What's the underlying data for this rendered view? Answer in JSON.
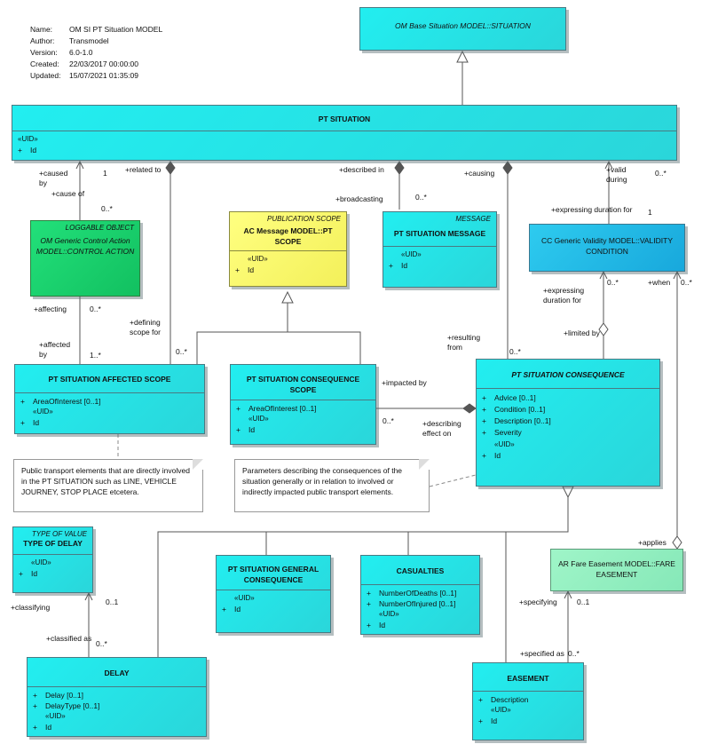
{
  "meta": {
    "name_key": "Name:",
    "name": "OM SI PT Situation MODEL",
    "author_key": "Author:",
    "author": "Transmodel",
    "version_key": "Version:",
    "version": "6.0-1.0",
    "created_key": "Created:",
    "created": "22/03/2017 00:00:00",
    "updated_key": "Updated:",
    "updated": "15/07/2021 01:35:09"
  },
  "classes": {
    "base_situation": {
      "title": "OM Base Situation MODEL::SITUATION"
    },
    "pt_situation": {
      "title": "PT SITUATION",
      "uid": "«UID»",
      "attr": "Id",
      "plus": "+"
    },
    "loggable": {
      "stereo": "LOGGABLE OBJECT",
      "title": "OM Generic Control Action MODEL::CONTROL ACTION"
    },
    "publication_scope": {
      "stereo": "PUBLICATION SCOPE",
      "title": "AC Message MODEL::PT SCOPE",
      "uid": "«UID»",
      "attr": "Id",
      "plus": "+"
    },
    "message": {
      "stereo": "MESSAGE",
      "title": "PT SITUATION MESSAGE",
      "uid": "«UID»",
      "attr": "Id",
      "plus": "+"
    },
    "validity": {
      "title": "CC Generic Validity MODEL::VALIDITY CONDITION"
    },
    "affected_scope": {
      "title": "PT SITUATION AFFECTED SCOPE",
      "a1": "AreaOfInterest [0..1]",
      "uid": "«UID»",
      "attr": "Id",
      "plus": "+"
    },
    "consequence_scope": {
      "title": "PT SITUATION CONSEQUENCE SCOPE",
      "a1": "AreaOfInterest [0..1]",
      "uid": "«UID»",
      "attr": "Id",
      "plus": "+"
    },
    "consequence": {
      "title": "PT SITUATION CONSEQUENCE",
      "a1": "Advice [0..1]",
      "a2": "Condition [0..1]",
      "a3": "Description [0..1]",
      "a4": "Severity",
      "uid": "«UID»",
      "attr": "Id",
      "plus": "+"
    },
    "type_of_delay": {
      "stereo": "TYPE OF VALUE",
      "title": "TYPE OF DELAY",
      "uid": "«UID»",
      "attr": "Id",
      "plus": "+"
    },
    "general_consequence": {
      "title": "PT SITUATION GENERAL CONSEQUENCE",
      "uid": "«UID»",
      "attr": "Id",
      "plus": "+"
    },
    "casualties": {
      "title": "CASUALTIES",
      "a1": "NumberOfDeaths [0..1]",
      "a2": "NumberOfInjured [0..1]",
      "uid": "«UID»",
      "attr": "Id",
      "plus": "+"
    },
    "fare_easement": {
      "title": "AR Fare Easement MODEL::FARE EASEMENT"
    },
    "delay": {
      "title": "DELAY",
      "a1": "Delay [0..1]",
      "a2": "DelayType [0..1]",
      "uid": "«UID»",
      "attr": "Id",
      "plus": "+"
    },
    "easement": {
      "title": "EASEMENT",
      "a1": "Description",
      "uid": "«UID»",
      "attr": "Id",
      "plus": "+"
    }
  },
  "notes": {
    "affected": "Public transport elements that are directly involved in the PT SITUATION such as LINE, VEHICLE JOURNEY, STOP PLACE etcetera.",
    "consequence": "Parameters describing the consequences of the situation generally or in relation to involved or indirectly impacted public transport elements."
  },
  "labels": {
    "caused_by": "+caused\nby",
    "cause_of": "+cause of",
    "one_a": "1",
    "zero_many_a": "0..*",
    "related_to": "+related to",
    "described_in": "+described in",
    "broadcasting": "+broadcasting",
    "zero_many_b": "0..*",
    "causing": "+causing",
    "valid_during": "+valid\nduring",
    "zero_many_c": "0..*",
    "expressing_duration_for_a": "+expressing duration for",
    "one_b": "1",
    "affecting": "+affecting",
    "zero_many_d": "0..*",
    "affected_by": "+affected\nby",
    "one_many": "1..*",
    "defining_scope_for": "+defining\nscope for",
    "zero_many_e": "0..*",
    "expressing_duration_for_b": "+expressing\nduration for",
    "zero_many_f": "0..*",
    "when": "+when",
    "zero_many_g": "0..*",
    "limited_by": "+limited by",
    "resulting_from": "+resulting\nfrom",
    "zero_many_h": "0..*",
    "impacted_by": "+impacted by",
    "zero_many_i": "0..*",
    "describing_effect_on": "+describing\neffect on",
    "classifying": "+classifying",
    "one_c": "0..1",
    "classified_as": "+classified as",
    "zero_many_j": "0..*",
    "applies": "+applies",
    "specifying": "+specifying",
    "one_d": "0..1",
    "specified_as": "+specified as",
    "zero_many_k": "0..*"
  }
}
